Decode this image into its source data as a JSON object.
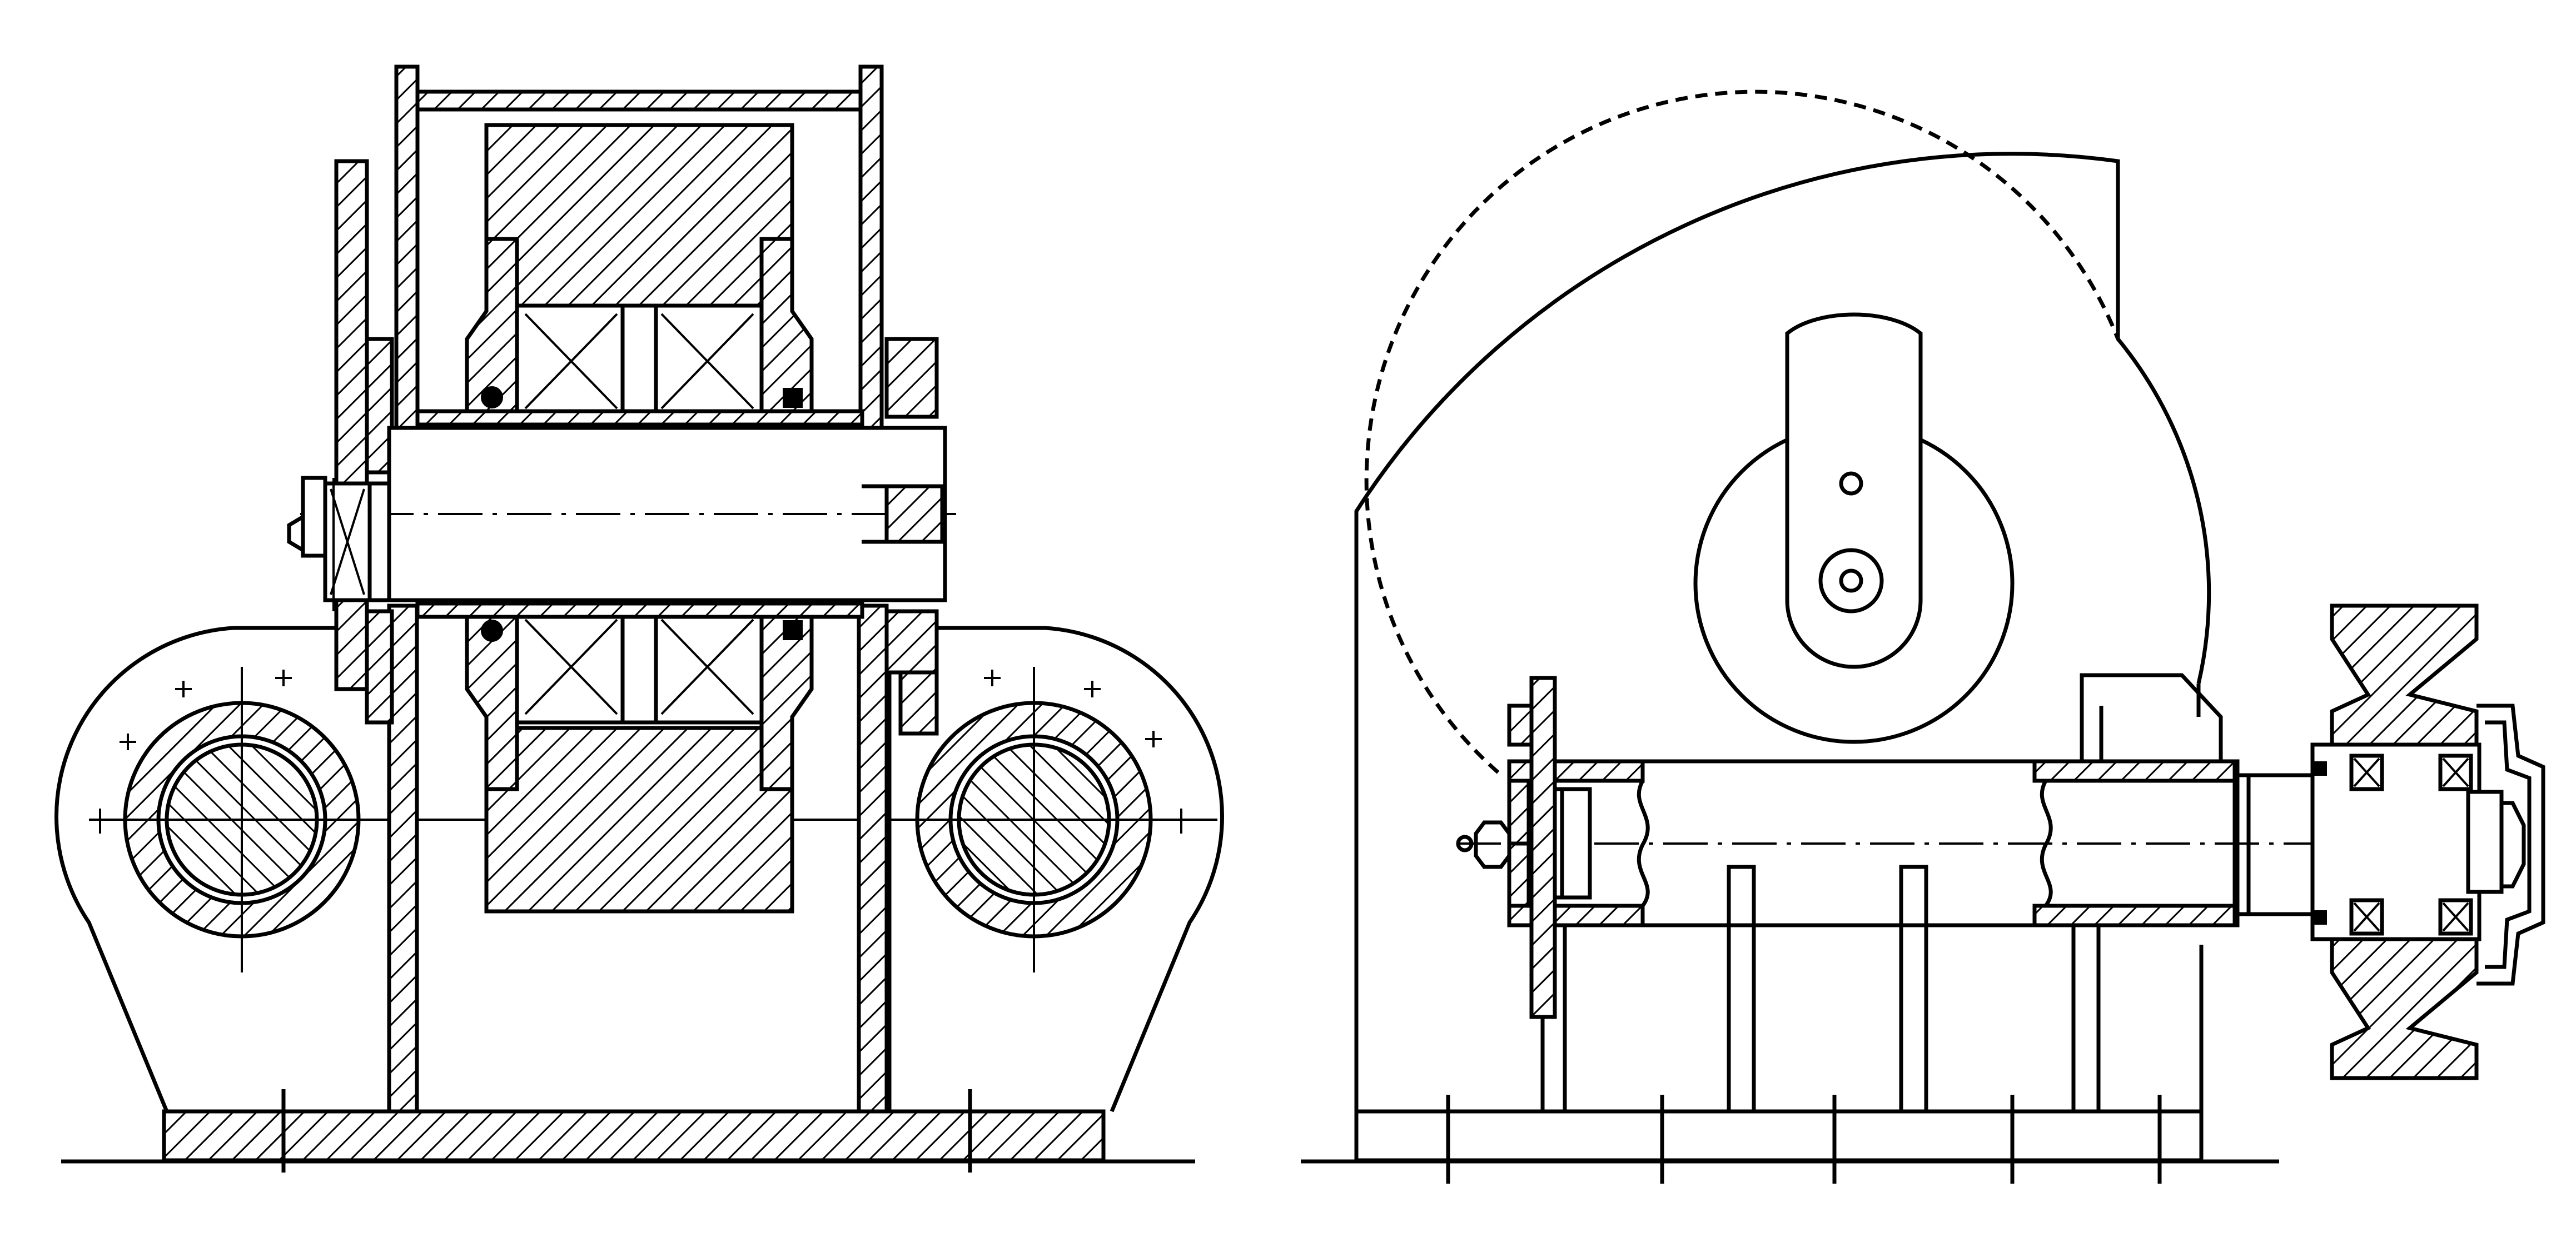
{
  "figure": {
    "views": [
      {
        "id": "front-section",
        "parts": [
          "base-plate",
          "side-wall-left",
          "side-wall-right",
          "rotor-block",
          "bearing-pair",
          "main-shaft",
          "eccentric-bushing-left",
          "eccentric-bushing-right",
          "end-bearing",
          "lug-housing"
        ]
      },
      {
        "id": "side-view",
        "parts": [
          "housing-outline",
          "circle-dashed",
          "crank-arm",
          "disc",
          "shaft-tube",
          "flange-plate",
          "pulley",
          "bearing-cap",
          "supports",
          "base-rail"
        ]
      }
    ]
  }
}
